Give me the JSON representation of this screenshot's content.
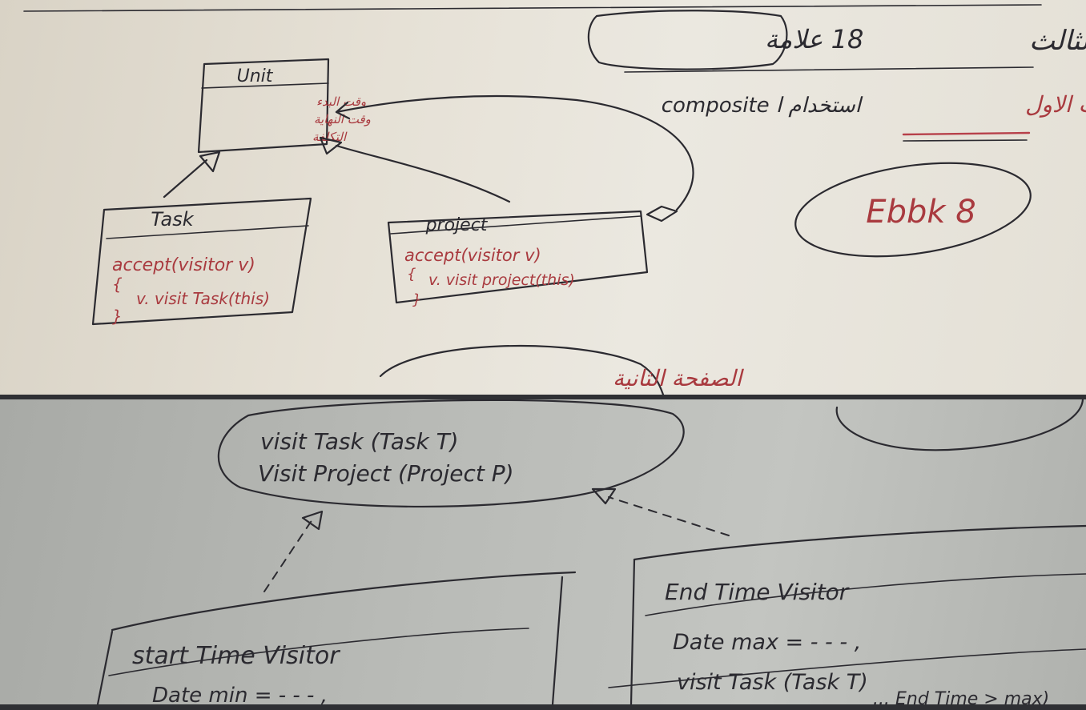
{
  "top": {
    "header_arabic": "السؤال الثالث",
    "marks_arabic": "18 علامة",
    "section_arabic": "المطلب الاول",
    "section_note": "composite استخدام ا",
    "score": "Ebbk 8",
    "page_caption_arabic": "الصفحة الثانية",
    "unit_class": {
      "name": "Unit",
      "lines": [
        "وقت البدء",
        "وقت النهاية",
        "التكلفة"
      ]
    },
    "task_class": {
      "name": "Task",
      "lines": [
        "accept(visitor v)",
        "{",
        "v. visit Task(this)",
        "}"
      ]
    },
    "project_class": {
      "name": "project",
      "lines": [
        "accept(visitor v)",
        "{",
        "v. visit project(this)",
        "}"
      ]
    }
  },
  "bottom": {
    "visitor_ops": [
      "visit Task (Task T)",
      "Visit Project (Project P)"
    ],
    "start_visitor": {
      "name": "start Time Visitor",
      "lines": [
        "Date min = - - - ,"
      ]
    },
    "end_visitor": {
      "name": "End Time Visitor",
      "lines": [
        "Date max = - - - ,",
        "visit Task (Task T)",
        "... End Time > max)"
      ]
    }
  },
  "colors": {
    "ink": "#2b2a30",
    "red_ink": "#a93a3f"
  }
}
